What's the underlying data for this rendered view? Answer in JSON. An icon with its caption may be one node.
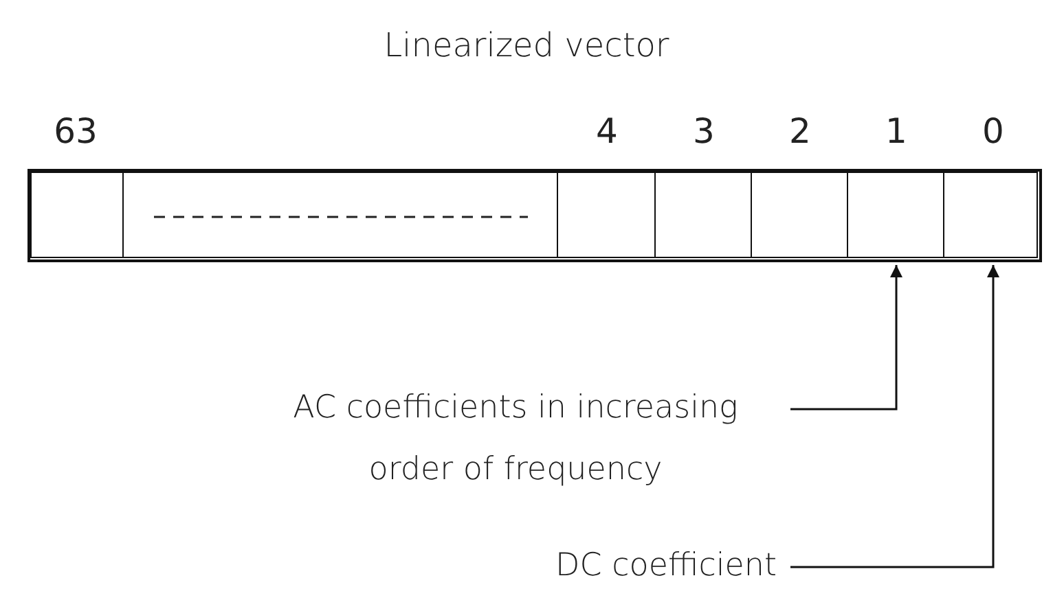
{
  "diagram": {
    "title": "Linearized vector",
    "nodes": [
      {
        "text": [],
        "shape": "box"
      },
      {
        "text": [],
        "shape": "box",
        "in": 0,
        "beside": [
          "63"
        ]
      },
      {
        "text": [],
        "shape": "box",
        "in": 0
      },
      {
        "text": [],
        "shape": "box",
        "in": 0,
        "beside": [
          "4"
        ]
      },
      {
        "text": [],
        "shape": "box",
        "in": 0,
        "beside": [
          "3"
        ]
      },
      {
        "text": [],
        "shape": "box",
        "in": 0,
        "beside": [
          "2"
        ]
      },
      {
        "text": [],
        "shape": "box",
        "in": 0,
        "beside": [
          "1"
        ]
      },
      {
        "text": [],
        "shape": "box",
        "in": 0,
        "beside": [
          "0"
        ]
      },
      {
        "text": [
          "AC coefficients in increasing order of frequency"
        ]
      },
      {
        "text": [
          "DC coefficient"
        ]
      }
    ],
    "edges": [
      {
        "from": 8,
        "to": 6,
        "arrow": "to"
      },
      {
        "from": 9,
        "to": 7,
        "arrow": "to"
      }
    ]
  }
}
